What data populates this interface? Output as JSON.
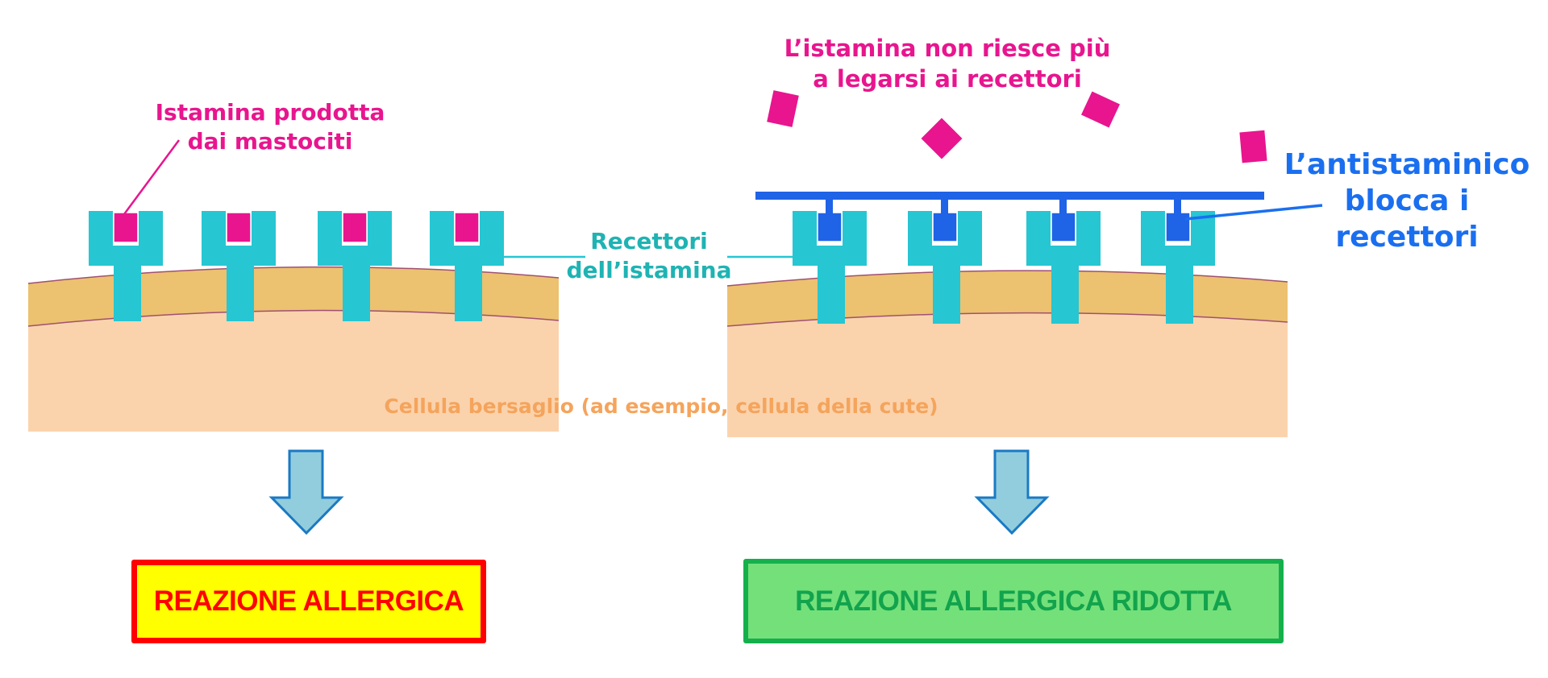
{
  "labels": {
    "histamine_produced": [
      "Istamina prodotta",
      "dai mastociti"
    ],
    "histamine_cannot_bind": [
      "L’istamina non riesce più",
      "a legarsi ai recettori"
    ],
    "receptors": [
      "Recettori",
      "dell’istamina"
    ],
    "antihistamine": [
      "L’antistaminico",
      "blocca i",
      "recettori"
    ],
    "target_cell": "Cellula bersaglio (ad esempio, cellula della cute)"
  },
  "results": {
    "allergic": "REAZIONE ALLERGICA",
    "reduced": "REAZIONE ALLERGICA RIDOTTA"
  },
  "colors": {
    "histamine": "#e8158e",
    "receptor": "#26c6d2",
    "antihistamine": "#1f63e6",
    "membrane": "#ecc170",
    "cytoplasm": "#fad3ad",
    "arrow_fill": "#92cddd",
    "arrow_stroke": "#1a7ac4"
  }
}
